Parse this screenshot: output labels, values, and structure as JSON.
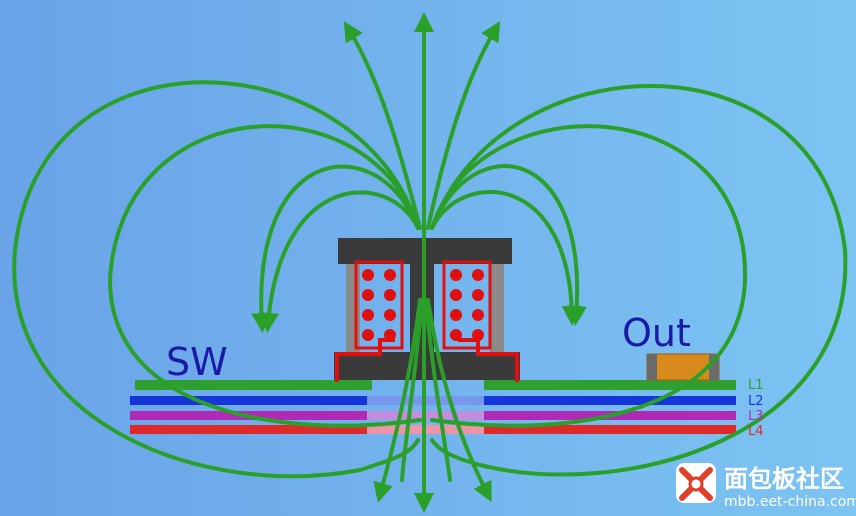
{
  "labels": {
    "sw": "SW",
    "out": "Out",
    "layers": [
      "L1",
      "L2",
      "L3",
      "L4"
    ]
  },
  "watermark": {
    "name": "面包板社区",
    "url": "mbb.eet-china.com"
  },
  "colors": {
    "background_left": "#6aa3e8",
    "background_right": "#7cc4f2",
    "field_lines": "#2aa02a",
    "layer_l1": "#2fa02f",
    "layer_l2": "#1535d8",
    "layer_l3": "#b02ab5",
    "layer_l4": "#e02a2a",
    "label": "#1a1aa8",
    "inductor_core": "#3a3a3a",
    "winding_dots": "#e01010",
    "capacitor": "#d98a1c"
  }
}
